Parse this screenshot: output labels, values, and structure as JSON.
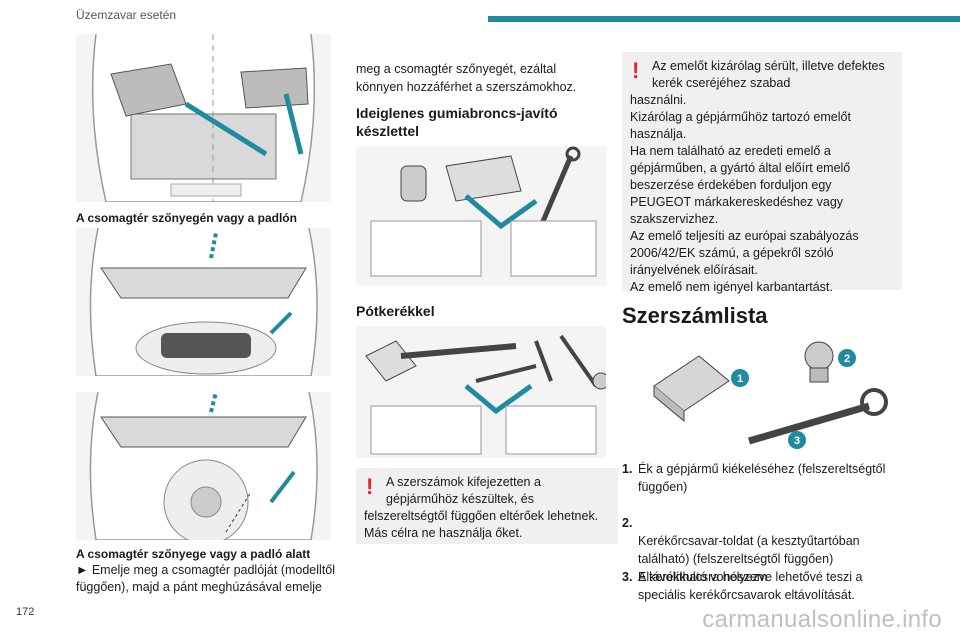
{
  "header": {
    "title": "Üzemzavar esetén"
  },
  "page_number": "172",
  "watermark": "carmanualsonline.info",
  "left_column": {
    "caption_1": "A csomagtér szőnyegén vagy a padlón",
    "caption_2": "A csomagtér szőnyege vagy a padló alatt",
    "step_text": "► Emelje meg a csomagtér padlóját (modelltől függően), majd a pánt meghúzásával emelje"
  },
  "middle_column": {
    "continued_text": "meg a csomagtér szőnyegét, ezáltal könnyen hozzáférhet a szerszámokhoz.",
    "heading_repair_kit": "Ideiglenes gumiabroncs-javító készlettel",
    "heading_spare_wheel": "Pótkerékkel",
    "warning_first_line": "A szerszámok kifejezetten a gépjárműhöz készültek, és",
    "warning_rest": "felszereltségtől függően eltérőek lehetnek. Más célra ne használja őket."
  },
  "right_column": {
    "warning_first_line": "Az emelőt kizárólag sérült, illetve defektes kerék cseréjéhez szabad",
    "warning_rest": "használni.\nKizárólag a gépjárműhöz tartozó emelőt használja.\nHa nem található az eredeti emelő a gépjárműben, a gyártó által előírt emelő beszerzése érdekében forduljon egy PEUGEOT márkakereskedéshez vagy szakszervizhez.\nAz emelő teljesíti az európai szabályozás 2006/42/EK számú, a gépekről szóló irányelvének előírásait.\nAz emelő nem igényel karbantartást.",
    "heading_tools": "Szerszámlista",
    "callouts": [
      "1",
      "2",
      "3"
    ],
    "list": [
      {
        "num": "1.",
        "text": "Ék a gépjármű kiékeléséhez (felszereltségtől függően)"
      },
      {
        "num": "2.",
        "text": "Kerékőrcsavar-toldat (a kesztyűtartóban található) (felszereltségtől függően)\nA kerékkulcsra helyezve lehetővé teszi a speciális kerékőrcsavarok eltávolítását."
      },
      {
        "num": "3.",
        "text": "Eltávolítható vonószem"
      }
    ]
  },
  "colors": {
    "accent": "#1f8aa0",
    "warning": "#e0252b"
  }
}
